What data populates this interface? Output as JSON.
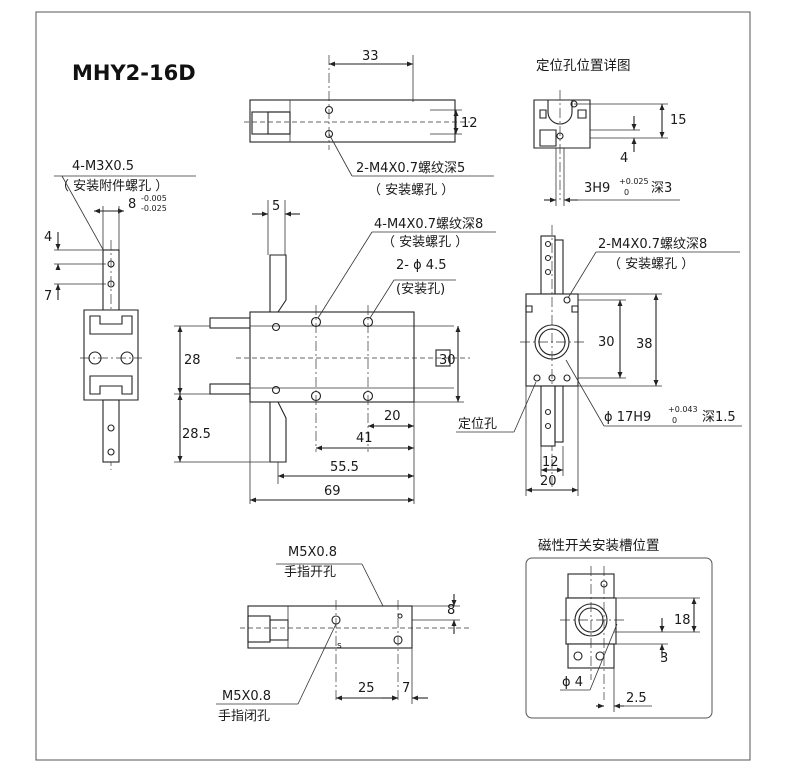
{
  "title": "MHY2-16D",
  "headings": {
    "locating_detail": "定位孔位置详图",
    "sensor_slot": "磁性开关安装槽位置"
  },
  "top_view": {
    "dim_width": "33",
    "dim_height": "12",
    "note_thread": "2-M4X0.7螺纹深5",
    "note_purpose": "（ 安装螺孔 ）"
  },
  "side_view": {
    "note_thread": "4-M3X0.5",
    "note_purpose": "（ 安装附件螺孔 ）",
    "dim_slot": "8",
    "dim_slot_tol_upper": "-0.005",
    "dim_slot_tol_lower": "-0.025",
    "dim_a": "4",
    "dim_b": "7"
  },
  "front_view": {
    "dim_finger": "5",
    "note_thread": "4-M4X0.7螺纹深8",
    "note_thread_purpose": "（ 安装螺孔 ）",
    "note_hole": "2- ϕ 4.5",
    "note_hole_purpose": "(安装孔)",
    "dim_28": "28",
    "dim_28_5": "28.5",
    "dim_30": "30",
    "dim_20": "20",
    "dim_41": "41",
    "dim_55_5": "55.5",
    "dim_69": "69"
  },
  "right_view": {
    "note_thread": "2-M4X0.7螺纹深8",
    "note_purpose": "（ 安装螺孔 ）",
    "dim_30": "30",
    "dim_38": "38",
    "note_locating": "定位孔",
    "note_bore": "ϕ 17H9",
    "note_bore_tol_upper": "+0.043",
    "note_bore_tol_lower": "0",
    "note_bore_depth": "深1.5",
    "dim_12": "12",
    "dim_20": "20"
  },
  "locating_view": {
    "dim_15": "15",
    "dim_4": "4",
    "note_fit": "3H9",
    "note_fit_tol_upper": "+0.025",
    "note_fit_tol_lower": "0",
    "note_fit_depth": "深3"
  },
  "bottom_view": {
    "note_open": "M5X0.8",
    "note_open_purpose": "手指开孔",
    "note_close": "M5X0.8",
    "note_close_purpose": "手指闭孔",
    "dim_8": "8",
    "dim_25": "25",
    "dim_7": "7",
    "mark_s": "s"
  },
  "sensor_view": {
    "dim_18": "18",
    "dim_3": "3",
    "dim_phi4": "ϕ 4",
    "dim_2_5": "2.5"
  }
}
